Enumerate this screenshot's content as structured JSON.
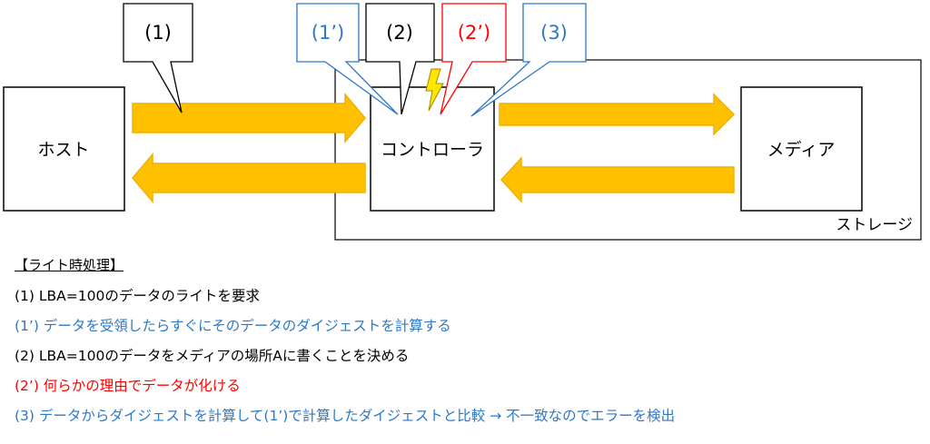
{
  "boxes": {
    "host": "ホスト",
    "controller": "コントローラ",
    "media": "メディア",
    "storage": "ストレージ"
  },
  "callouts": [
    {
      "label": "(1)",
      "color": "#000000"
    },
    {
      "label": "(1’)",
      "color": "#2e78c7"
    },
    {
      "label": "(2)",
      "color": "#000000"
    },
    {
      "label": "(2’)",
      "color": "#ff0000"
    },
    {
      "label": "(3)",
      "color": "#2e78c7"
    }
  ],
  "colors": {
    "arrow_fill": "#ffc000",
    "arrow_stroke": "#f0b000",
    "lightning_fill": "#ffe600",
    "lightning_stroke": "#a08800"
  },
  "section": {
    "heading": "【ライト時処理】",
    "steps": [
      "(1) LBA=100のデータのライトを要求",
      "(1’) データを受領したらすぐにそのデータのダイジェストを計算する",
      "(2) LBA=100のデータをメディアの場所Aに書くことを決める",
      "(2’) 何らかの理由でデータが化ける",
      "(3) データからダイジェストを計算して(1’)で計算したダイジェストと比較 → 不一致なのでエラーを検出"
    ]
  }
}
